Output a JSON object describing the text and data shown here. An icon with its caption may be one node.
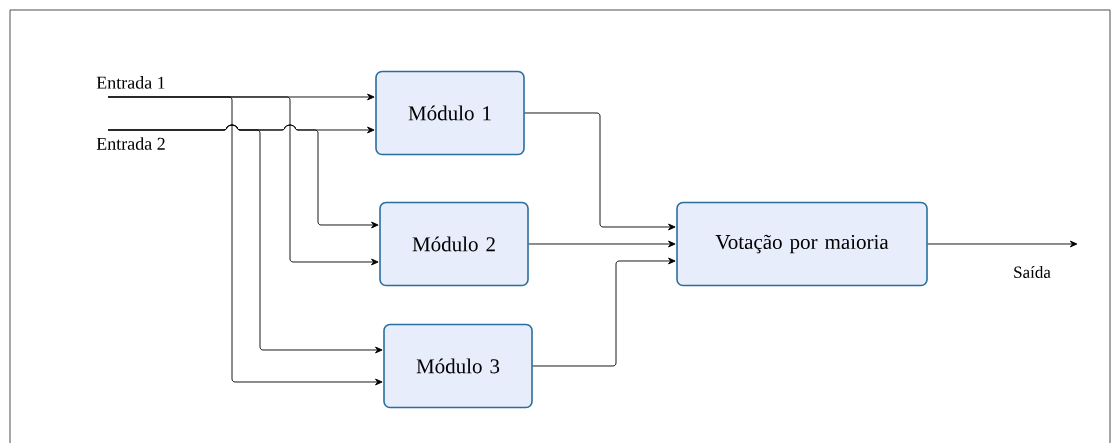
{
  "diagram": {
    "nodes": [
      {
        "text": [
          "Entrada 1"
        ]
      },
      {
        "text": [
          "Entrada 2"
        ]
      },
      {
        "text": [
          "Módulo 1"
        ]
      },
      {
        "text": [
          "Módulo 2"
        ]
      },
      {
        "text": [
          "Módulo 3"
        ]
      },
      {
        "text": [
          "Votação por maioria"
        ]
      }
    ],
    "edges": [
      {
        "from": 0,
        "to": 2,
        "arrow": "to"
      },
      {
        "from": 0,
        "to": 3,
        "arrow": "to"
      },
      {
        "from": 0,
        "to": 4,
        "arrow": "to"
      },
      {
        "from": 1,
        "to": 2,
        "arrow": "to"
      },
      {
        "from": 1,
        "to": 3,
        "arrow": "to"
      },
      {
        "from": 1,
        "to": 4,
        "arrow": "to"
      },
      {
        "from": 2,
        "to": 5,
        "arrow": "to"
      },
      {
        "from": 3,
        "to": 5,
        "arrow": "to"
      },
      {
        "from": 4,
        "to": 5,
        "arrow": "to"
      },
      {
        "from": 5,
        "to": null,
        "arrow": "to",
        "label": "Saída"
      }
    ]
  }
}
